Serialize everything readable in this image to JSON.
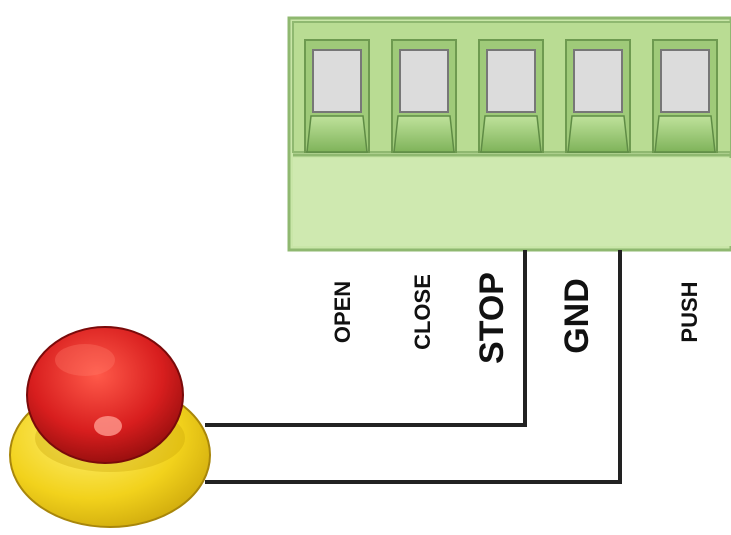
{
  "terminals": [
    {
      "id": "open",
      "label": "OPEN"
    },
    {
      "id": "close",
      "label": "CLOSE"
    },
    {
      "id": "stop",
      "label": "STOP"
    },
    {
      "id": "gnd",
      "label": "GND"
    },
    {
      "id": "push",
      "label": "PUSH"
    }
  ],
  "colors": {
    "terminal_block": "#c9e6a8",
    "terminal_edge": "#8fb870",
    "screw_window": "#dcdcdc",
    "wire": "#222222",
    "button_cap": "#d81e1e",
    "button_base": "#f2d21c"
  },
  "icons": {
    "button": "emergency-stop-button-icon"
  }
}
